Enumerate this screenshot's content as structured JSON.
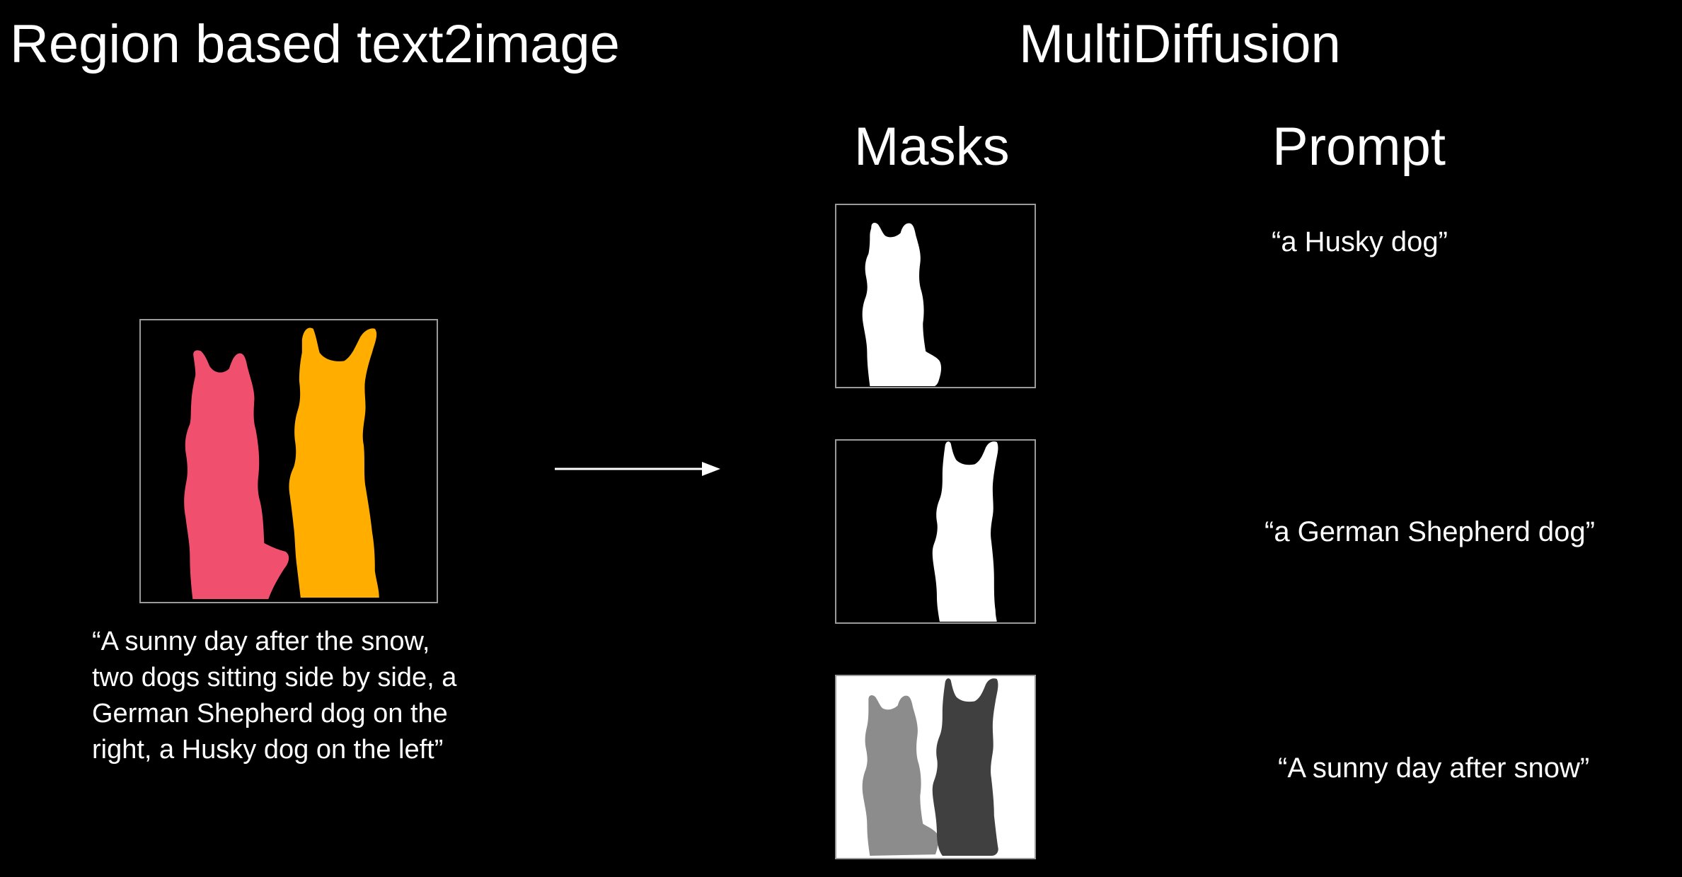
{
  "header": {
    "left_title": "Region based text2image",
    "right_title": "MultiDiffusion"
  },
  "columns": {
    "masks_label": "Masks",
    "prompt_label": "Prompt"
  },
  "source": {
    "caption_lines": [
      "“A sunny day after the snow,",
      "two dogs sitting side by side, a",
      "German Shepherd dog on the",
      "right, a Husky dog on the left”"
    ],
    "colors": {
      "husky_region": "#f0506e",
      "shepherd_region": "#ffae00",
      "background": "#000000"
    }
  },
  "rows": [
    {
      "prompt": "“a Husky dog”",
      "mask_colors": {
        "background": "#000000",
        "husky": "#ffffff"
      }
    },
    {
      "prompt": "“a German Shepherd dog”",
      "mask_colors": {
        "background": "#000000",
        "shepherd": "#ffffff"
      }
    },
    {
      "prompt": "“A sunny day after snow”",
      "mask_colors": {
        "background": "#ffffff",
        "husky": "#8c8c8c",
        "shepherd": "#404040"
      }
    }
  ]
}
